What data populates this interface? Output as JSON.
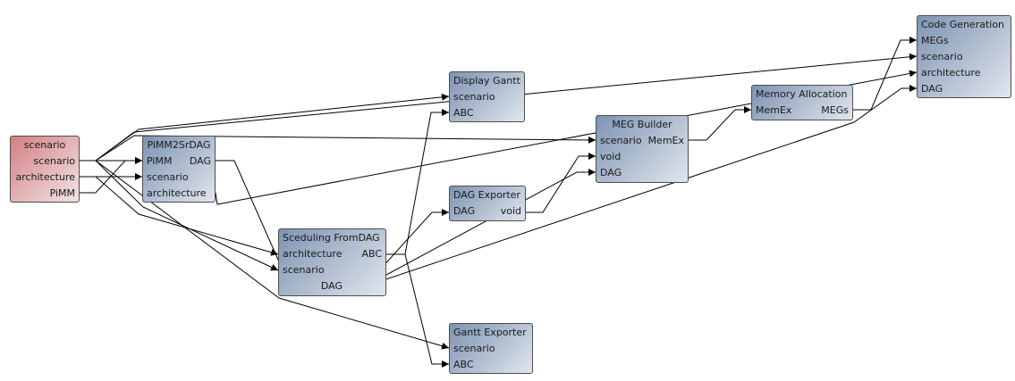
{
  "nodes": {
    "scenario": {
      "title": "scenario",
      "outputs": [
        "scenario",
        "architecture",
        "PiMM"
      ]
    },
    "pimm2srdag": {
      "title": "PiMM2SrDAG",
      "inputs": [
        "PiMM",
        "scenario",
        "architecture"
      ],
      "outputs": [
        "DAG"
      ]
    },
    "display_gantt": {
      "title": "Display Gantt",
      "inputs": [
        "scenario",
        "ABC"
      ]
    },
    "dag_exporter": {
      "title": "DAG Exporter",
      "inputs": [
        "DAG"
      ],
      "outputs": [
        "void"
      ]
    },
    "scheduling": {
      "title": "Sceduling FromDAG",
      "inputs": [
        "architecture",
        "scenario"
      ],
      "outputs": [
        "ABC",
        "DAG"
      ]
    },
    "gantt_exporter": {
      "title": "Gantt Exporter",
      "inputs": [
        "scenario",
        "ABC"
      ]
    },
    "meg_builder": {
      "title": "MEG Builder",
      "inputs": [
        "scenario",
        "void",
        "DAG"
      ],
      "outputs": [
        "MemEx"
      ]
    },
    "memory_allocation": {
      "title": "Memory Allocation",
      "inputs": [
        "MemEx"
      ],
      "outputs": [
        "MEGs"
      ]
    },
    "code_generation": {
      "title": "Code Generation",
      "inputs": [
        "MEGs",
        "scenario",
        "architecture",
        "DAG"
      ]
    }
  },
  "edges": [
    {
      "from": "scenario.scenario",
      "to": "pimm2srdag.scenario"
    },
    {
      "from": "scenario.scenario",
      "to": "display_gantt.scenario"
    },
    {
      "from": "scenario.scenario",
      "to": "meg_builder.scenario"
    },
    {
      "from": "scenario.scenario",
      "to": "code_generation.scenario"
    },
    {
      "from": "scenario.scenario",
      "to": "scheduling.scenario"
    },
    {
      "from": "scenario.scenario",
      "to": "gantt_exporter.scenario"
    },
    {
      "from": "scenario.architecture",
      "to": "pimm2srdag.architecture"
    },
    {
      "from": "scenario.architecture",
      "to": "scheduling.architecture"
    },
    {
      "from": "scenario.PiMM",
      "to": "pimm2srdag.PiMM"
    },
    {
      "from": "pimm2srdag.architecture",
      "to": "code_generation.architecture"
    },
    {
      "from": "pimm2srdag.DAG",
      "to": "scheduling.DAG"
    },
    {
      "from": "scheduling.ABC",
      "to": "display_gantt.ABC"
    },
    {
      "from": "scheduling.ABC",
      "to": "gantt_exporter.ABC"
    },
    {
      "from": "scheduling.DAG",
      "to": "dag_exporter.DAG"
    },
    {
      "from": "scheduling.DAG",
      "to": "meg_builder.DAG"
    },
    {
      "from": "scheduling.DAG",
      "to": "code_generation.DAG"
    },
    {
      "from": "dag_exporter.void",
      "to": "meg_builder.void"
    },
    {
      "from": "meg_builder.MemEx",
      "to": "memory_allocation.MemEx"
    },
    {
      "from": "memory_allocation.MEGs",
      "to": "code_generation.MEGs"
    }
  ]
}
